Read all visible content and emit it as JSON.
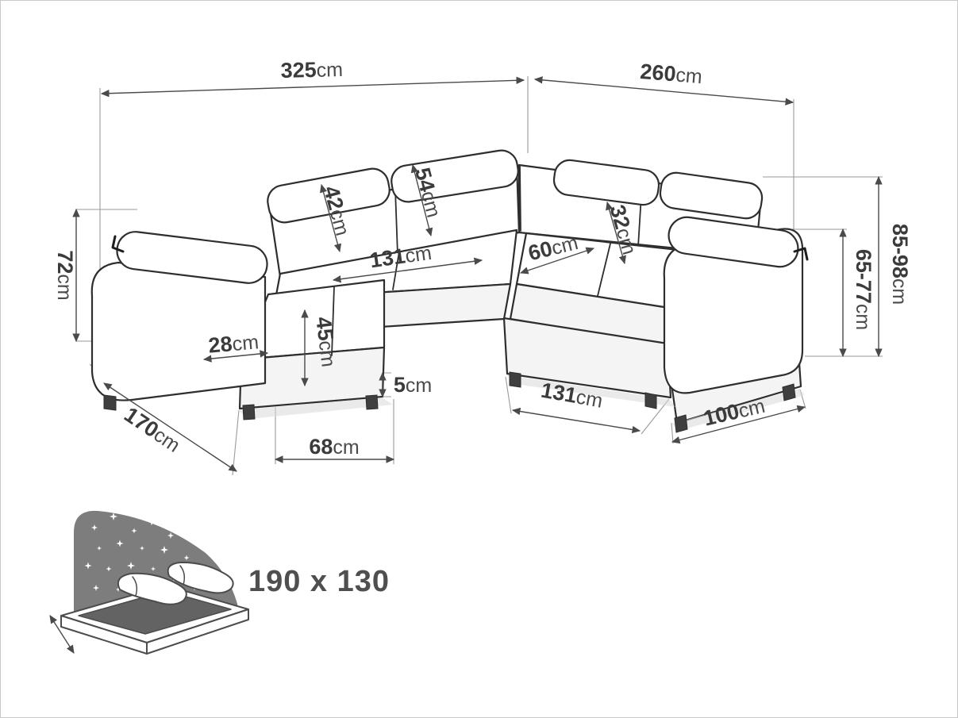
{
  "diagram": {
    "type": "furniture-dimension-diagram",
    "subject": "corner sofa with chaise and sleeping function",
    "palette": {
      "line": "#2e2e2e",
      "dimension_text": "#3b3b3b",
      "night_sky_gray": "#7d7d7d"
    },
    "dims": {
      "top_width": {
        "v": "325",
        "u": "cm"
      },
      "top_depth": {
        "v": "260",
        "u": "cm"
      },
      "left_arm_height": {
        "v": "72",
        "u": "cm"
      },
      "back_cushion_left": {
        "v": "42",
        "u": "cm"
      },
      "back_cushion_mid": {
        "v": "54",
        "u": "cm"
      },
      "back_cushion_right": {
        "v": "32",
        "u": "cm"
      },
      "seat_width_left": {
        "v": "131",
        "u": "cm"
      },
      "seat_depth_right": {
        "v": "60",
        "u": "cm"
      },
      "total_height": {
        "v": "85-98",
        "u": "cm"
      },
      "armrest_height": {
        "v": "65-77",
        "u": "cm"
      },
      "chaise_side": {
        "v": "28",
        "u": "cm"
      },
      "chaise_seat_height": {
        "v": "45",
        "u": "cm"
      },
      "gap": {
        "v": "5",
        "u": "cm"
      },
      "chaise_depth": {
        "v": "170",
        "u": "cm"
      },
      "chaise_front_width": {
        "v": "68",
        "u": "cm"
      },
      "front_width": {
        "v": "131",
        "u": "cm"
      },
      "side_depth": {
        "v": "100",
        "u": "cm"
      }
    },
    "sleeping_area": {
      "label": "190 x 130",
      "icon": "sofa-bed-night-icon"
    }
  }
}
